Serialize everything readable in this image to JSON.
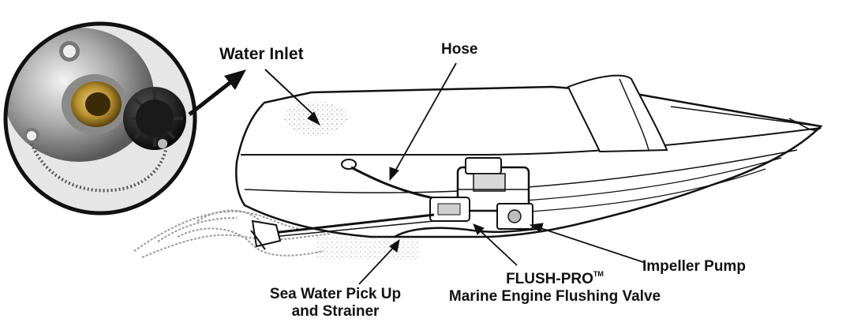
{
  "labels": {
    "water_inlet": "Water Inlet",
    "hose": "Hose",
    "impeller_pump": "Impeller Pump",
    "flush_pro": "FLUSH-PRO",
    "trademark": "TM",
    "flush_valve": "Marine Engine Flushing Valve",
    "sea_pickup_line1": "Sea Water Pick Up",
    "sea_pickup_line2": "and Strainer"
  },
  "colors": {
    "ink": "#111111",
    "background": "#ffffff",
    "chrome": "#b9b9b9",
    "brass": "#c9a24a"
  }
}
